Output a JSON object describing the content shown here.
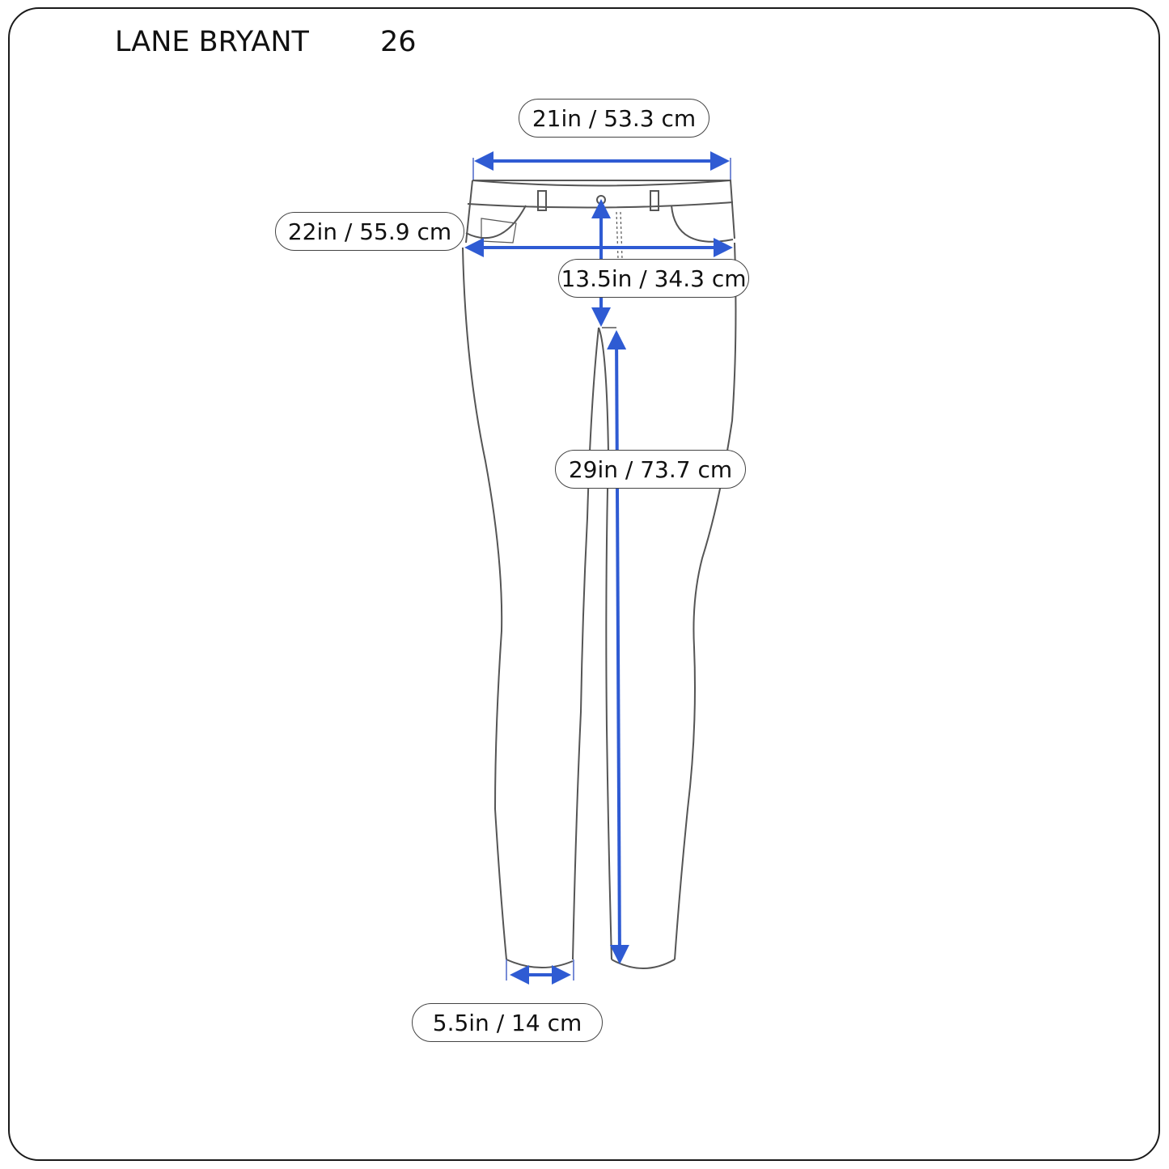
{
  "header": {
    "brand": "LANE BRYANT",
    "size": "26"
  },
  "colors": {
    "arrow": "#2f5bd3",
    "outline": "#555555",
    "frame": "#1a1a1a"
  },
  "measurements": [
    {
      "id": "waist",
      "label": "21in / 53.3 cm"
    },
    {
      "id": "hip",
      "label": "22in / 55.9 cm"
    },
    {
      "id": "rise",
      "label": "13.5in / 34.3 cm"
    },
    {
      "id": "inseam",
      "label": "29in / 73.7 cm"
    },
    {
      "id": "leg-opening",
      "label": "5.5in / 14 cm"
    }
  ]
}
